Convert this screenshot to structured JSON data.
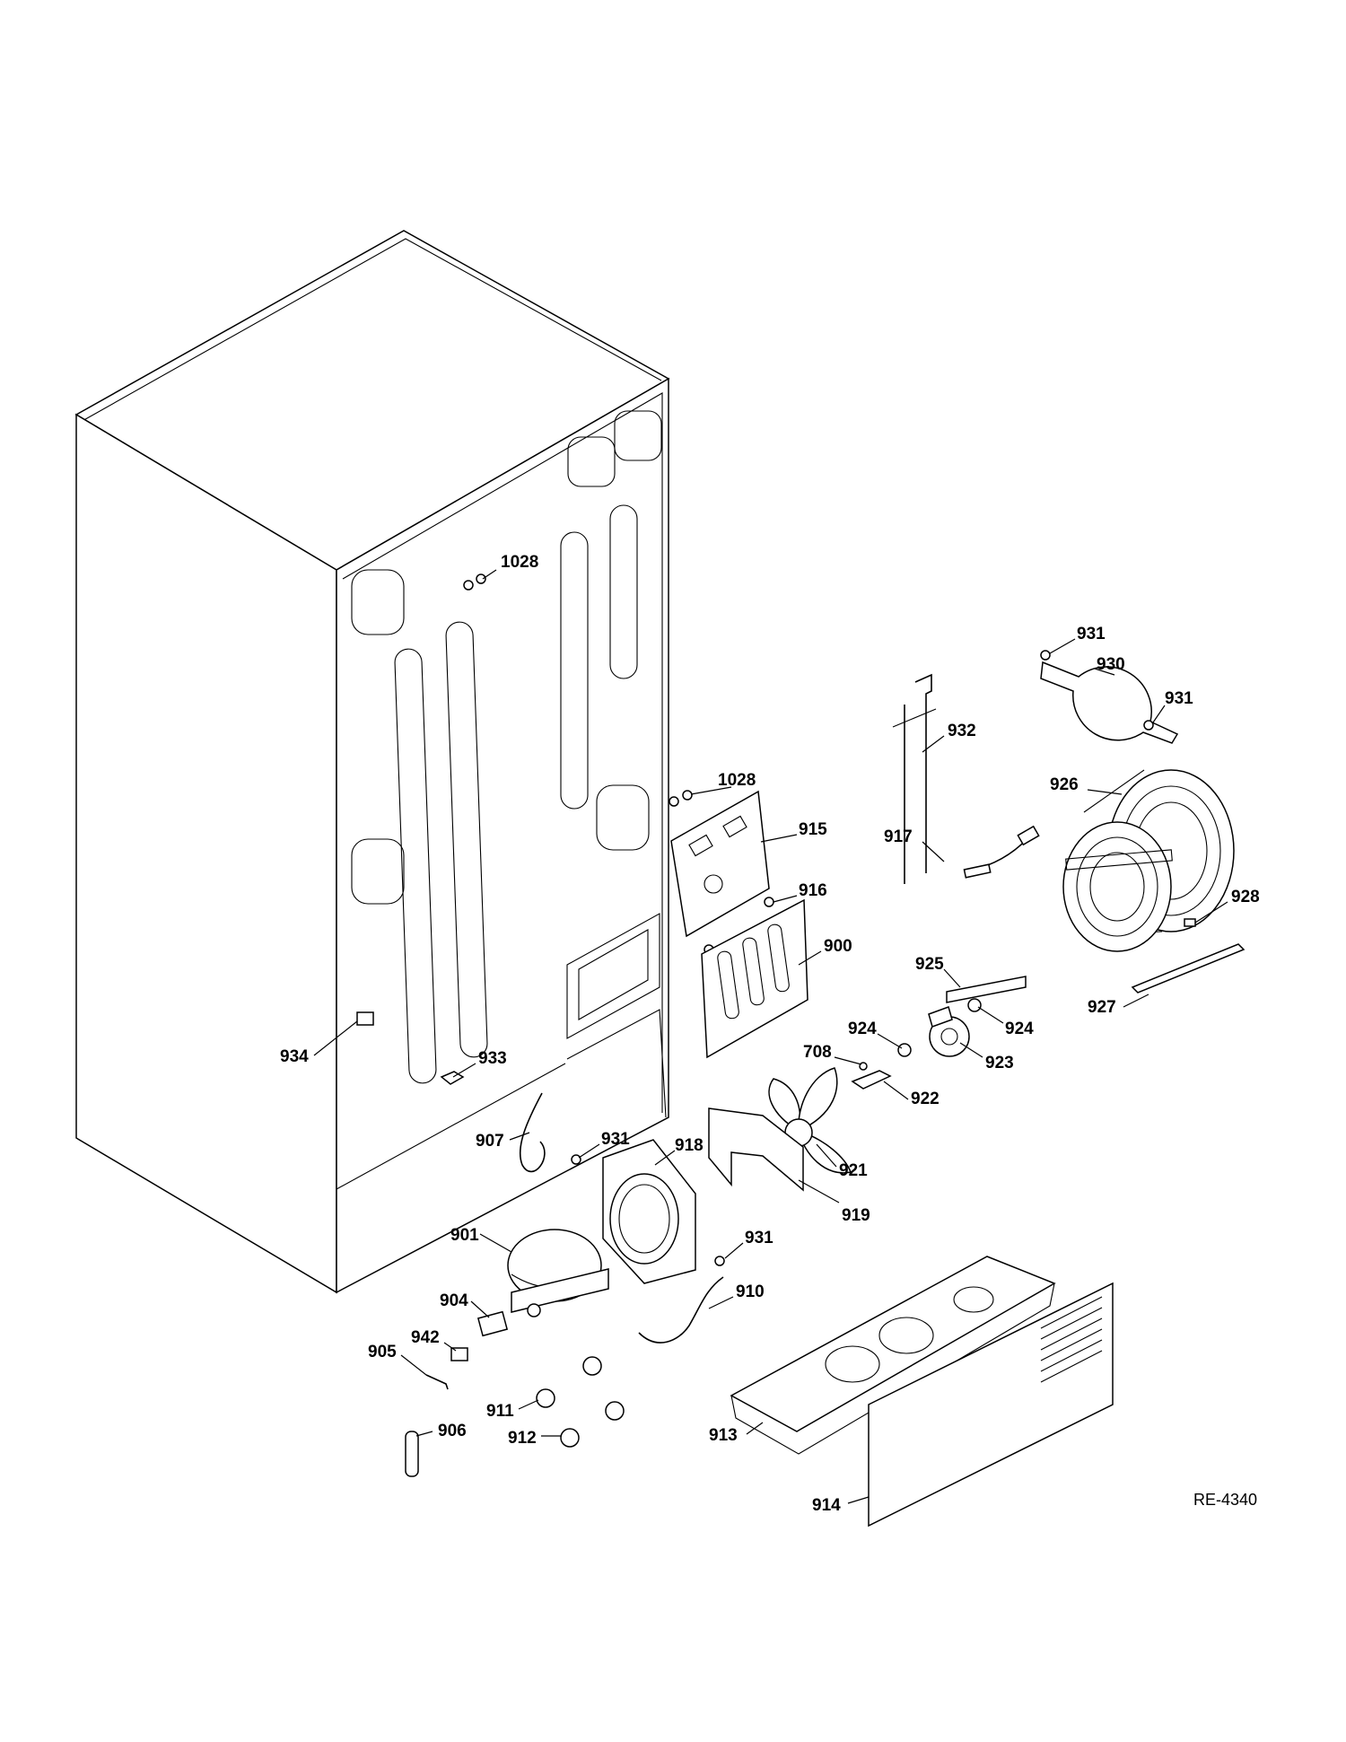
{
  "diagram": {
    "reference_code": "RE-4340",
    "callouts": [
      {
        "id": "1028-top",
        "label": "1028"
      },
      {
        "id": "1028-mid",
        "label": "1028"
      },
      {
        "id": "931-a",
        "label": "931"
      },
      {
        "id": "930",
        "label": "930"
      },
      {
        "id": "931-b",
        "label": "931"
      },
      {
        "id": "932",
        "label": "932"
      },
      {
        "id": "926",
        "label": "926"
      },
      {
        "id": "915",
        "label": "915"
      },
      {
        "id": "917",
        "label": "917"
      },
      {
        "id": "916",
        "label": "916"
      },
      {
        "id": "928",
        "label": "928"
      },
      {
        "id": "900",
        "label": "900"
      },
      {
        "id": "925",
        "label": "925"
      },
      {
        "id": "927",
        "label": "927"
      },
      {
        "id": "924-a",
        "label": "924"
      },
      {
        "id": "924-b",
        "label": "924"
      },
      {
        "id": "708",
        "label": "708"
      },
      {
        "id": "923",
        "label": "923"
      },
      {
        "id": "934",
        "label": "934"
      },
      {
        "id": "933",
        "label": "933"
      },
      {
        "id": "922",
        "label": "922"
      },
      {
        "id": "907",
        "label": "907"
      },
      {
        "id": "931-c",
        "label": "931"
      },
      {
        "id": "918",
        "label": "918"
      },
      {
        "id": "921",
        "label": "921"
      },
      {
        "id": "919",
        "label": "919"
      },
      {
        "id": "901",
        "label": "901"
      },
      {
        "id": "931-d",
        "label": "931"
      },
      {
        "id": "904",
        "label": "904"
      },
      {
        "id": "910",
        "label": "910"
      },
      {
        "id": "942",
        "label": "942"
      },
      {
        "id": "905",
        "label": "905"
      },
      {
        "id": "911",
        "label": "911"
      },
      {
        "id": "912",
        "label": "912"
      },
      {
        "id": "913",
        "label": "913"
      },
      {
        "id": "906",
        "label": "906"
      },
      {
        "id": "914",
        "label": "914"
      }
    ]
  }
}
